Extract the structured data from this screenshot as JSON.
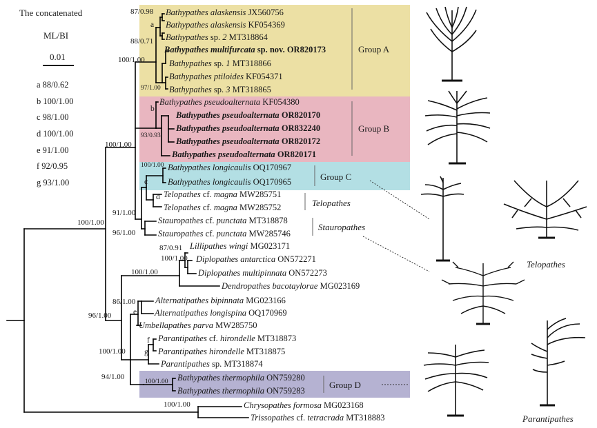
{
  "legend": {
    "title_line1": "The concatenated",
    "title_line2": "ML/BI",
    "scale_label": "0.01",
    "letter_keys": [
      {
        "key": "a",
        "value": "88/0.62"
      },
      {
        "key": "b",
        "value": "100/1.00"
      },
      {
        "key": "c",
        "value": "98/1.00"
      },
      {
        "key": "d",
        "value": "100/1.00"
      },
      {
        "key": "e",
        "value": "91/1.00"
      },
      {
        "key": "f",
        "value": "92/0.95"
      },
      {
        "key": "g",
        "value": "93/1.00"
      }
    ]
  },
  "groups": [
    {
      "id": "A",
      "label": "Group A",
      "color": "#ece0a4"
    },
    {
      "id": "B",
      "label": "Group B",
      "color": "#e9b6c0"
    },
    {
      "id": "C",
      "label": "Group C",
      "color": "#b3dfe4"
    },
    {
      "id": "D",
      "label": "Group D",
      "color": "#b5b2d2"
    }
  ],
  "genus_labels": {
    "telopathes": "Telopathes",
    "stauropathes": "Stauropathes",
    "telopathes_drawing": "Telopathes",
    "parantipathes_drawing": "Parantipathes"
  },
  "taxa": [
    {
      "genus": "Bathypathes",
      "epithet": "alaskensis",
      "acc": "JX560756",
      "bold": false
    },
    {
      "genus": "Bathypathes",
      "epithet": "alaskensis",
      "acc": "KF054369",
      "bold": false
    },
    {
      "genus": "Bathypathes",
      "epithet": "sp. 2",
      "acc": "MT318864",
      "bold": false
    },
    {
      "genus": "Bathypathes",
      "epithet": "multifurcata",
      "acc": "sp. nov. OR820173",
      "bold": true
    },
    {
      "genus": "Bathypathes",
      "epithet": "sp. 1",
      "acc": "MT318866",
      "bold": false
    },
    {
      "genus": "Bathypathes",
      "epithet": "ptiloides",
      "acc": "KF054371",
      "bold": false
    },
    {
      "genus": "Bathypathes",
      "epithet": "sp. 3",
      "acc": "MT318865",
      "bold": false
    },
    {
      "genus": "Bathypathes",
      "epithet": "pseudoalternata",
      "acc": "KF054380",
      "bold": false
    },
    {
      "genus": "Bathypathes",
      "epithet": "pseudoalternata",
      "acc": "OR820170",
      "bold": true
    },
    {
      "genus": "Bathypathes",
      "epithet": "pseudoalternata",
      "acc": "OR832240",
      "bold": true
    },
    {
      "genus": "Bathypathes",
      "epithet": "pseudoalternata",
      "acc": "OR820172",
      "bold": true
    },
    {
      "genus": "Bathypathes",
      "epithet": "pseudoalternata",
      "acc": "OR820171",
      "bold": true
    },
    {
      "genus": "Bathypathes",
      "epithet": "longicaulis",
      "acc": "OQ170967",
      "bold": false
    },
    {
      "genus": "Bathypathes",
      "epithet": "longicaulis",
      "acc": "OQ170965",
      "bold": false
    },
    {
      "genus": "Telopathes",
      "epithet": "cf. magna",
      "acc": "MW285751",
      "bold": false
    },
    {
      "genus": "Telopathes",
      "epithet": "cf. magna",
      "acc": "MW285752",
      "bold": false
    },
    {
      "genus": "Stauropathes",
      "epithet": "cf. punctata",
      "acc": "MT318878",
      "bold": false
    },
    {
      "genus": "Stauropathes",
      "epithet": "cf. punctata",
      "acc": "MW285746",
      "bold": false
    },
    {
      "genus": "Lillipathes",
      "epithet": "wingi",
      "acc": "MG023171",
      "bold": false
    },
    {
      "genus": "Diplopathes",
      "epithet": "antarctica",
      "acc": "ON572271",
      "bold": false
    },
    {
      "genus": "Diplopathes",
      "epithet": "multipinnata",
      "acc": "ON572273",
      "bold": false
    },
    {
      "genus": "Dendropathes",
      "epithet": "bacotaylorae",
      "acc": "MG023169",
      "bold": false
    },
    {
      "genus": "Alternatipathes",
      "epithet": "bipinnata",
      "acc": "MG023166",
      "bold": false
    },
    {
      "genus": "Alternatipathes",
      "epithet": "longispina",
      "acc": "OQ170969",
      "bold": false
    },
    {
      "genus": "Umbellapathes",
      "epithet": "parva",
      "acc": "MW285750",
      "bold": false
    },
    {
      "genus": "Parantipathes",
      "epithet": "cf. hirondelle",
      "acc": "MT318873",
      "bold": false
    },
    {
      "genus": "Parantipathes",
      "epithet": "hirondelle",
      "acc": "MT318875",
      "bold": false
    },
    {
      "genus": "Parantipathes",
      "epithet": "sp.",
      "acc": "MT318874",
      "bold": false
    },
    {
      "genus": "Bathypathes",
      "epithet": "thermophila",
      "acc": "ON759280",
      "bold": false
    },
    {
      "genus": "Bathypathes",
      "epithet": "thermophila",
      "acc": "ON759283",
      "bold": false
    },
    {
      "genus": "Chrysopathes",
      "epithet": "formosa",
      "acc": "MG023168",
      "bold": false
    },
    {
      "genus": "Trissopathes",
      "epithet": "cf. tetracrada",
      "acc": "MT318883",
      "bold": false
    }
  ],
  "supports": [
    "87/0.98",
    "88/0.71",
    "100/1.00",
    "97/1.00",
    "93/0.93",
    "100/1.00",
    "100/1.00",
    "91/1.00",
    "96/1.00",
    "100/1.00",
    "87/0.91",
    "100/1.00",
    "100/1.00",
    "86/1.00",
    "96/1.00",
    "100/1.00",
    "94/1.00",
    "100/1.00",
    "100/1.00"
  ],
  "node_letters": [
    "a",
    "b",
    "c",
    "d",
    "e",
    "f",
    "g"
  ]
}
